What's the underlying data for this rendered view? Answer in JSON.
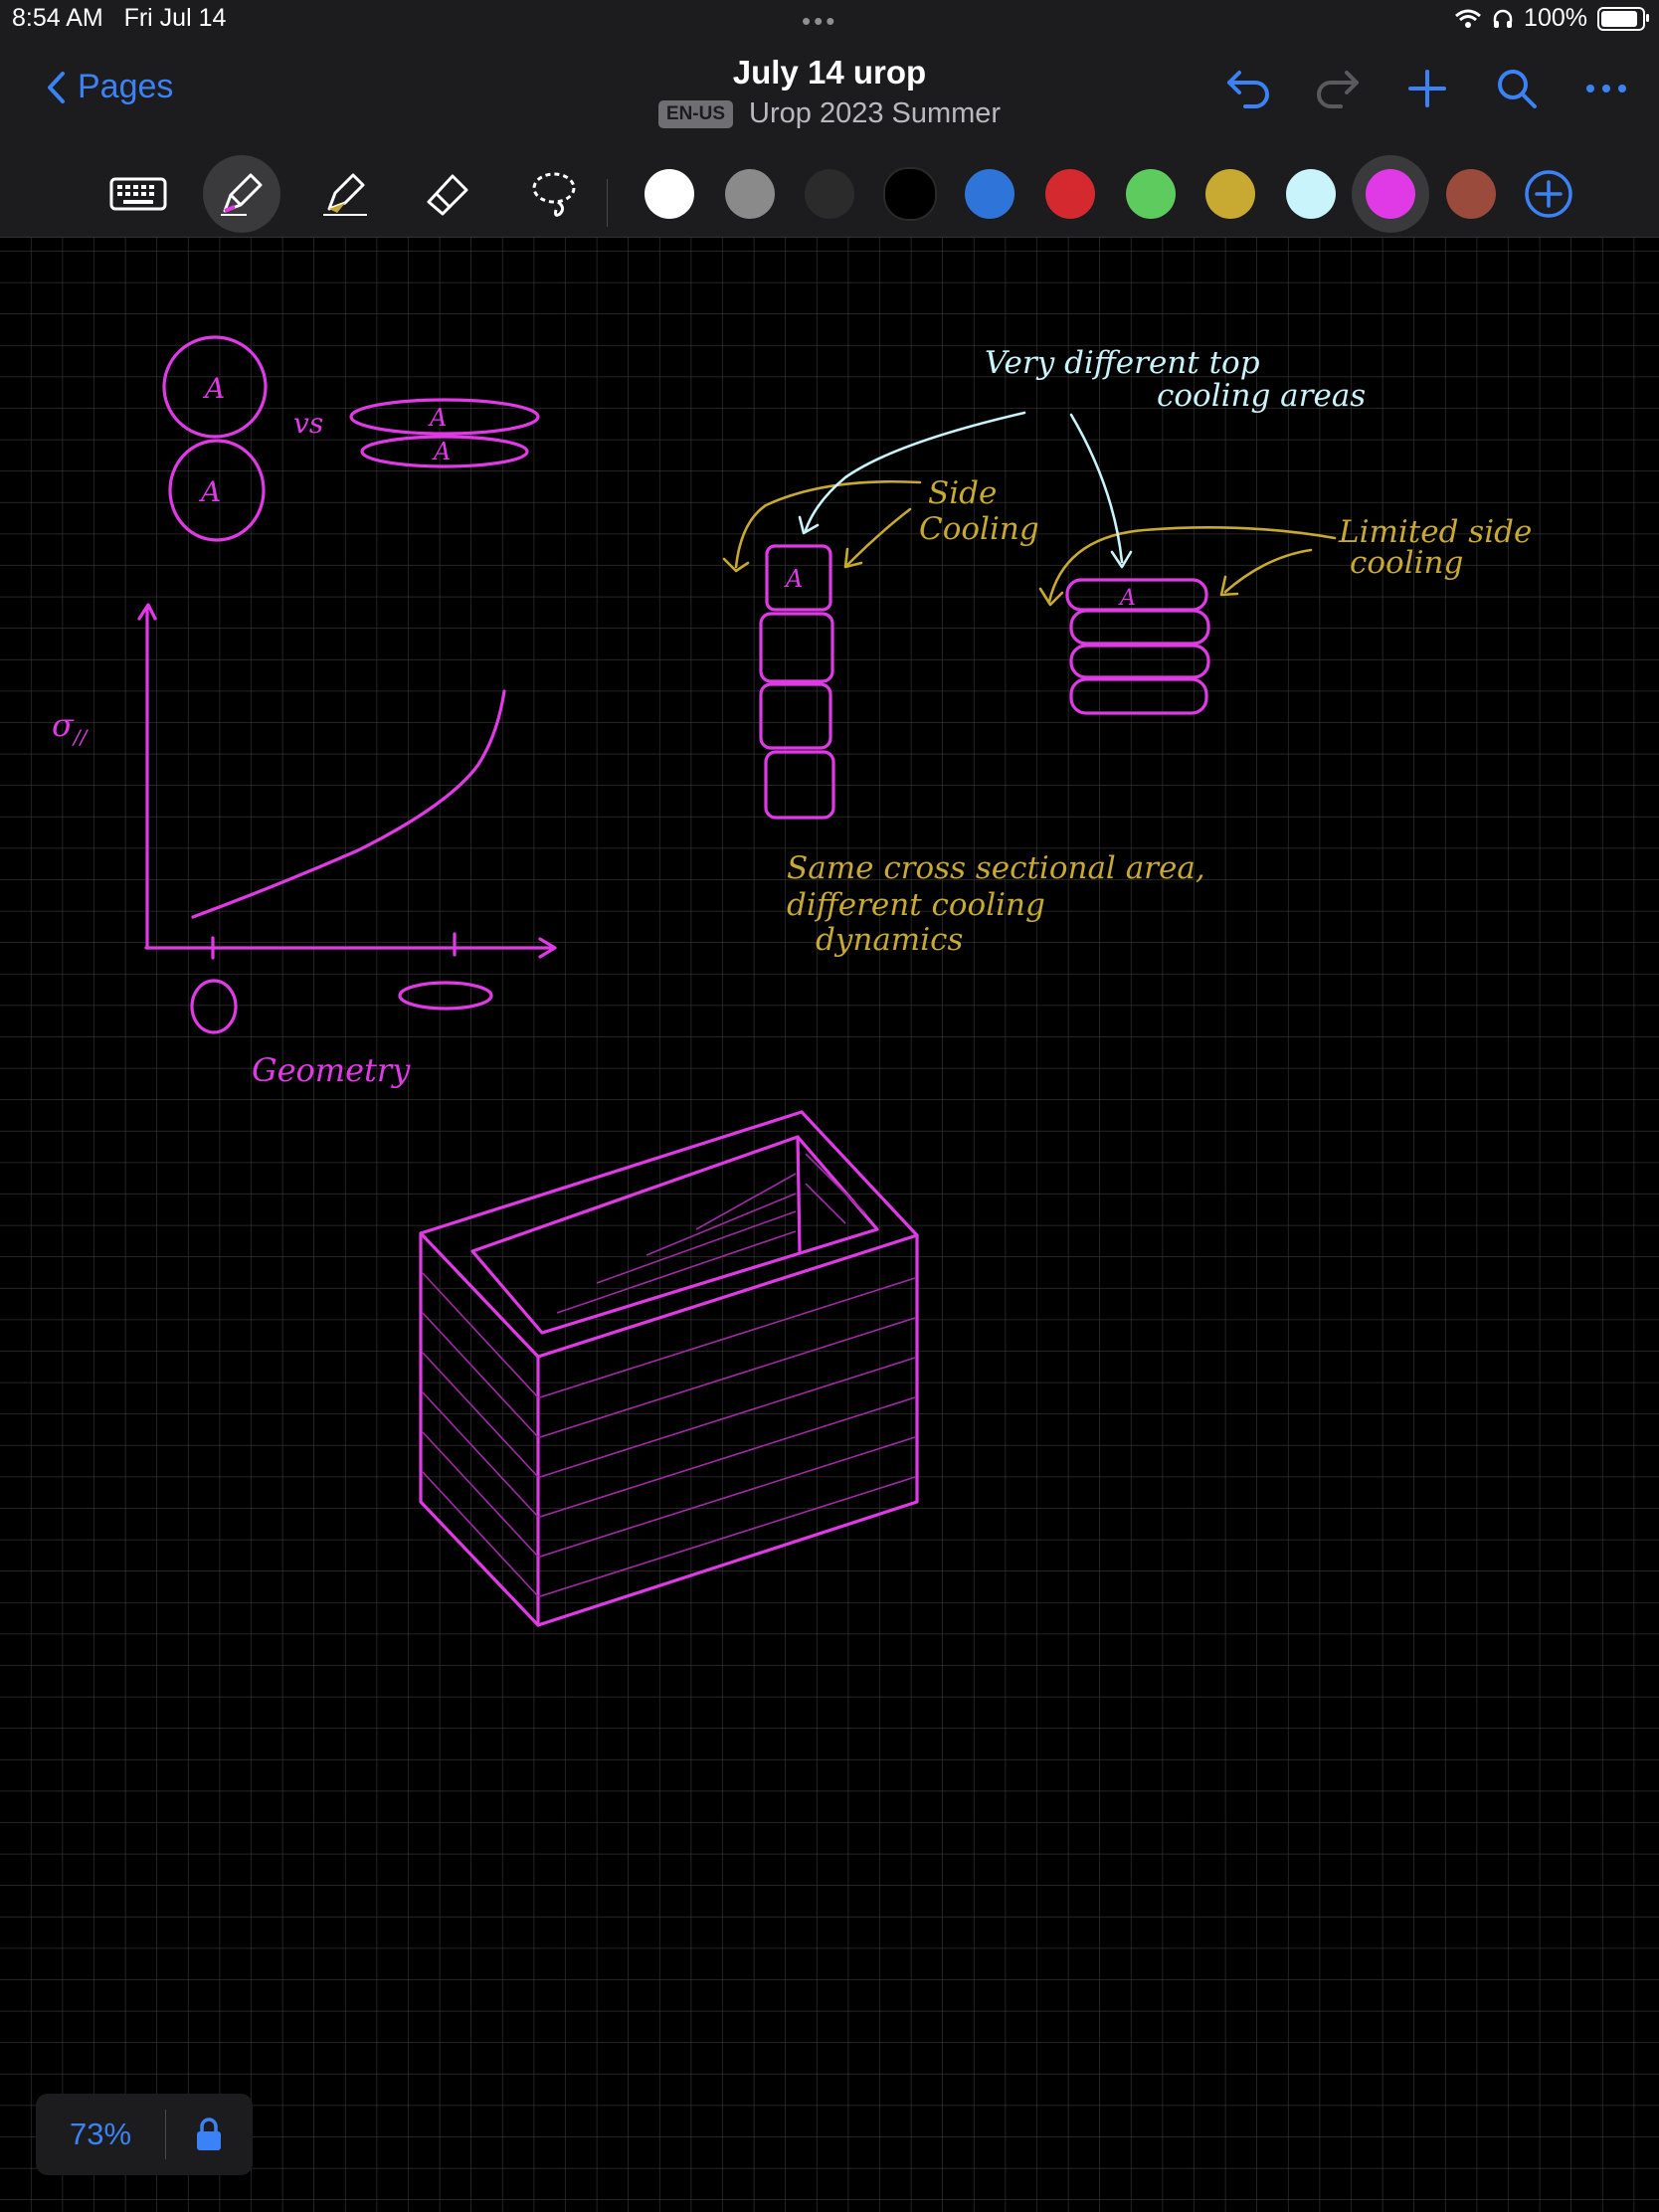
{
  "status_bar": {
    "time": "8:54 AM",
    "date": "Fri Jul 14",
    "battery": "100%",
    "battery_level": 1.0
  },
  "header": {
    "back_label": "Pages",
    "title": "July 14 urop",
    "language_badge": "EN-US",
    "notebook": "Urop 2023 Summer",
    "icons": [
      "undo-icon",
      "redo-icon",
      "add-icon",
      "search-icon",
      "more-icon"
    ]
  },
  "toolbar": {
    "tools": [
      "keyboard-icon",
      "pen-icon",
      "highlighter-icon",
      "eraser-icon",
      "lasso-icon"
    ],
    "active_tool": "pen-icon",
    "colors": [
      "#ffffff",
      "#8a8a8a",
      "#2b2b2b",
      "#000000",
      "#2f74d8",
      "#d42a2f",
      "#5ecb5e",
      "#c8a932",
      "#c9f4fb",
      "#e03ae6",
      "#9b4b3b"
    ],
    "active_color": "#e03ae6"
  },
  "notes": {
    "left_a1": "A",
    "left_a2": "A",
    "vs": "vs",
    "right_a1": "A",
    "right_a2": "A",
    "sigma_label": "σ",
    "sigma_sub": "//",
    "geometry_label": "Geometry",
    "top_cooling_line1": "Very different top",
    "top_cooling_line2": "cooling areas",
    "side_cooling_line1": "Side",
    "side_cooling_line2": "Cooling",
    "limited_side_line1": "Limited side",
    "limited_side_line2": "cooling",
    "stack_left_a": "A",
    "stack_right_a": "A",
    "same_area_line1": "Same cross sectional area,",
    "same_area_line2": "different cooling",
    "same_area_line3": "dynamics"
  },
  "ink_colors": {
    "magenta": "#e03ae6",
    "gold": "#c8a932",
    "cyan": "#c9f4fb"
  },
  "zoom": {
    "level": "73%"
  }
}
